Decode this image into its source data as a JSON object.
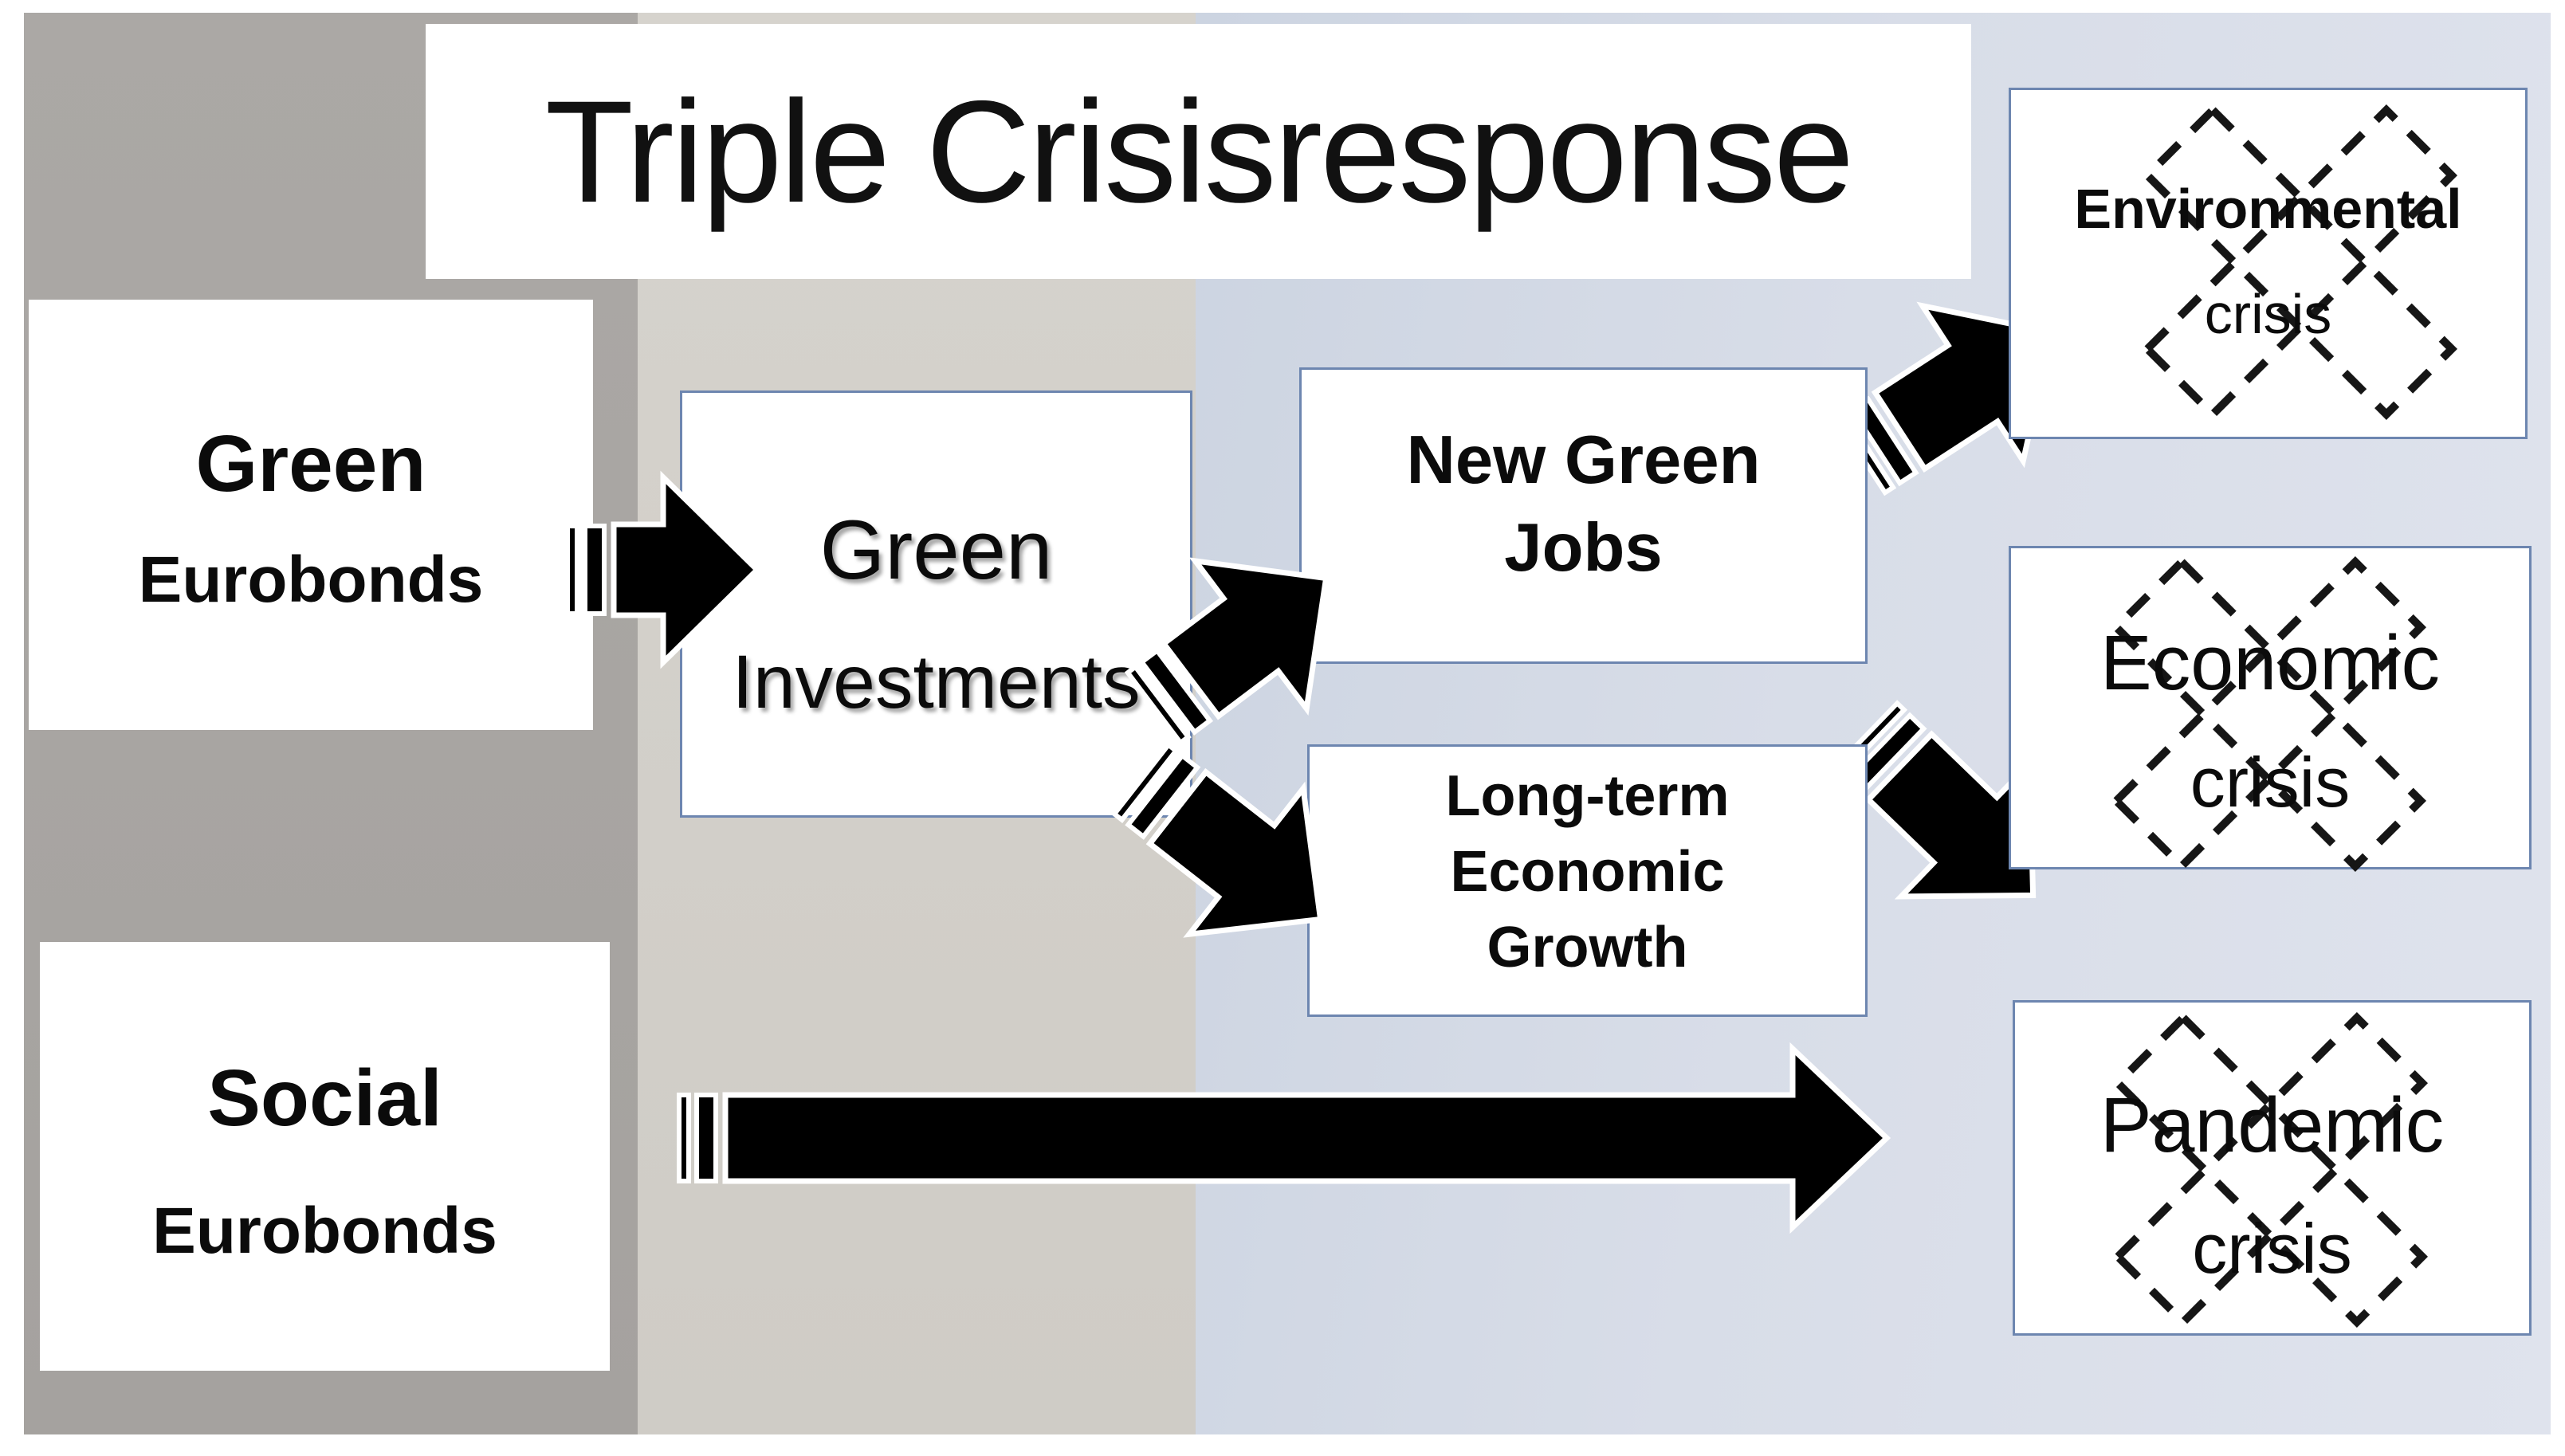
{
  "title": "Triple Crisisresponse",
  "nodes": {
    "green_eurobonds": {
      "line1": "Green",
      "line2": "Eurobonds"
    },
    "social_eurobonds": {
      "line1": "Social",
      "line2": "Eurobonds"
    },
    "green_investments": {
      "line1": "Green",
      "line2": "Investments"
    },
    "new_green_jobs": {
      "line1": "New Green",
      "line2": "Jobs"
    },
    "long_term_growth": {
      "line1": "Long-term",
      "line2": "Economic",
      "line3": "Growth"
    },
    "environmental_crisis": {
      "line1": "Environmental",
      "line2": "crisis"
    },
    "economic_crisis": {
      "line1": "Economic",
      "line2": "crisis"
    },
    "pandemic_crisis": {
      "line1": "Pandemic",
      "line2": "crisis"
    }
  },
  "edges": [
    {
      "from": "Green Eurobonds",
      "to": "Green Investments"
    },
    {
      "from": "Green Investments",
      "to": "New Green Jobs"
    },
    {
      "from": "Green Investments",
      "to": "Long-term Economic Growth"
    },
    {
      "from": "New Green Jobs",
      "to": "Environmental crisis"
    },
    {
      "from": "Long-term Economic Growth",
      "to": "Economic crisis"
    },
    {
      "from": "Social Eurobonds",
      "to": "Pandemic crisis"
    }
  ],
  "colors": {
    "left_column": "#a8a5a2",
    "middle_column": "#d2cfc9",
    "right_column": "#d6dce6",
    "box_border": "#6d86b0",
    "arrow_fill": "#000000",
    "arrow_outline": "#ffffff",
    "crossed_x_stroke": "#161616"
  }
}
